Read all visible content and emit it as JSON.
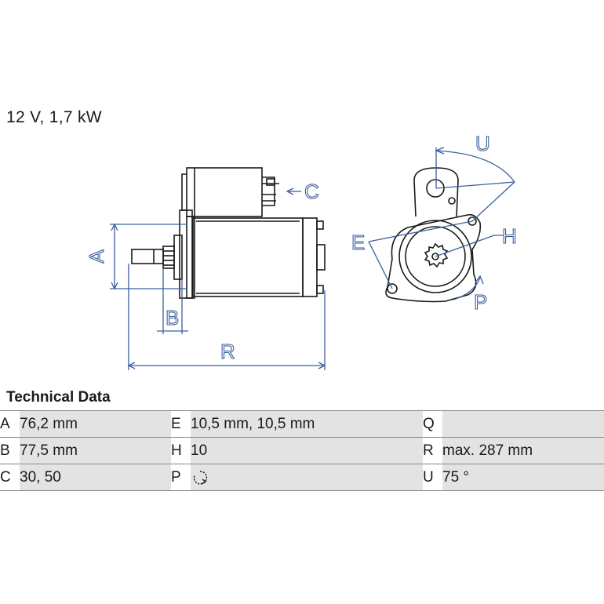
{
  "headline": "12 V, 1,7 kW",
  "diagram_labels": {
    "a": "A",
    "b": "B",
    "c": "C",
    "r": "R",
    "e": "E",
    "h": "H",
    "p": "P",
    "u": "U"
  },
  "section_title": "Technical Data",
  "specs": [
    [
      {
        "key": "A",
        "value": "76,2 mm"
      },
      {
        "key": "E",
        "value": "10,5 mm, 10,5 mm"
      },
      {
        "key": "Q",
        "value": ""
      }
    ],
    [
      {
        "key": "B",
        "value": "77,5 mm"
      },
      {
        "key": "H",
        "value": "10"
      },
      {
        "key": "R",
        "value": "max. 287 mm"
      }
    ],
    [
      {
        "key": "C",
        "value": "30, 50"
      },
      {
        "key": "P",
        "value": "",
        "icon": "clockwise-rotation-icon"
      },
      {
        "key": "U",
        "value": "75 °"
      }
    ]
  ],
  "colors": {
    "dimension_lines": "#3a5fa0",
    "outline": "#1a1a1a",
    "value_cell_background": "#e3e3e3"
  }
}
